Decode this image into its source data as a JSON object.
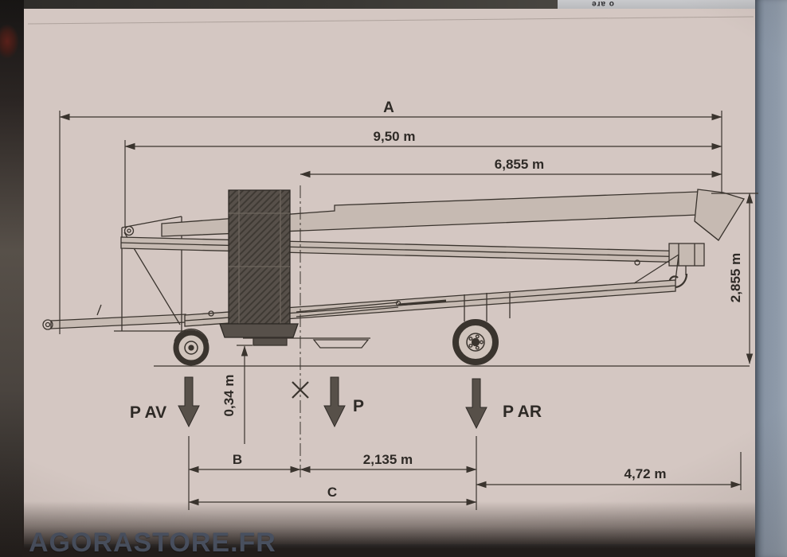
{
  "photo": {
    "top_edge_text": "o are",
    "watermark": "AGORASTORE.FR"
  },
  "diagram": {
    "dimensions": {
      "a": "A",
      "overall": "9,50 m",
      "boom": "6,855 m",
      "height": "2,855 m",
      "hitch": "0,34 m",
      "b": "B",
      "axle_spacing": "2,135 m",
      "c": "C",
      "rear": "4,72 m"
    },
    "loads": {
      "front": "P AV",
      "center": "P",
      "rear": "P AR"
    }
  }
}
